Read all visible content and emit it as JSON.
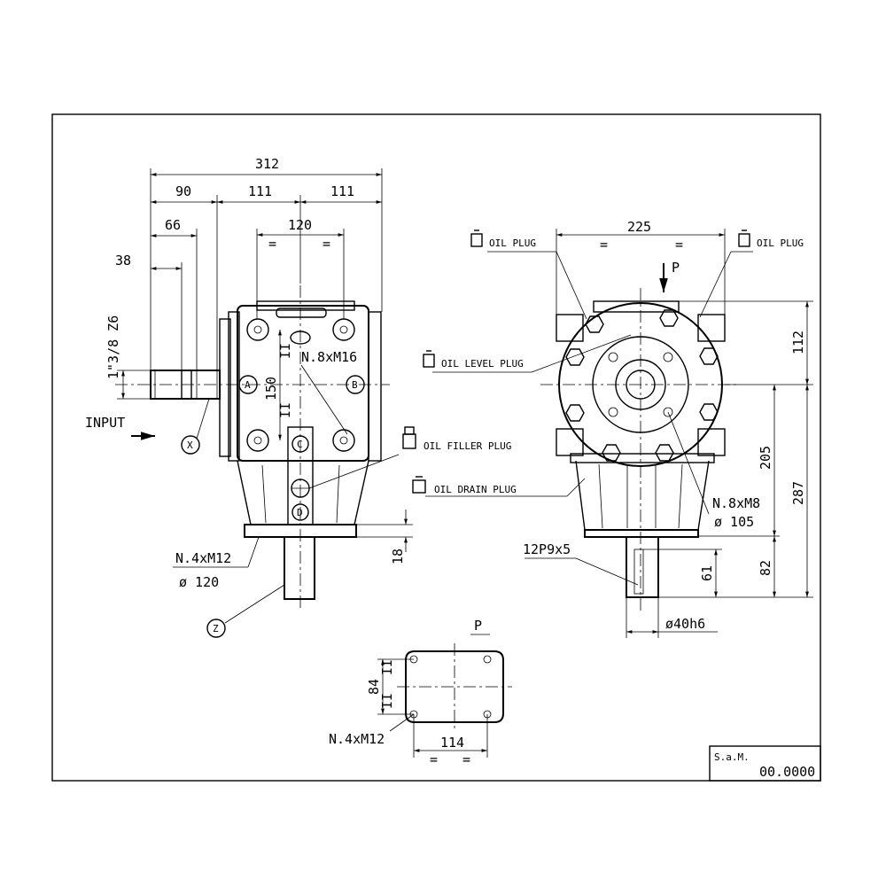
{
  "dimensions": {
    "overall_width": "312",
    "shaft_to_body": "90",
    "half_body_left": "111",
    "half_body_right": "111",
    "bolt_spacing_top": "120",
    "shaft_66": "66",
    "shaft_38": "38",
    "shaft_spline": "1\"3/8 Z6",
    "bolt_spacing_vertical": "150",
    "bolts_front": "N.8xM16",
    "flange_thickness": "18",
    "flange_bolts": "N.4xM12",
    "flange_diameter": "ø 120",
    "side_width": "225",
    "top_height": "112",
    "center_to_flange": "205",
    "total_height": "287",
    "side_bolts": "N.8xM8",
    "side_bolt_circle": "ø 105",
    "keyway": "12P9x5",
    "key_length": "61",
    "shaft_length": "82",
    "shaft_diameter": "ø40h6",
    "p_height": "84",
    "p_width": "114",
    "p_bolts": "N.4xM12"
  },
  "labels": {
    "input": "INPUT",
    "view_p_top": "P",
    "view_p_detail": "P",
    "oil_plug_left": "OIL PLUG",
    "oil_plug_right": "OIL PLUG",
    "oil_level_plug": "OIL LEVEL PLUG",
    "oil_filler_plug": "OIL FILLER PLUG",
    "oil_drain_plug": "OIL DRAIN PLUG",
    "eq": "=",
    "parallel": "II"
  },
  "markers": {
    "a": "A",
    "b": "B",
    "c": "C",
    "d": "D",
    "x": "X",
    "z": "Z"
  },
  "title_block": {
    "company": "S.a.M.",
    "number": "00.0000"
  }
}
